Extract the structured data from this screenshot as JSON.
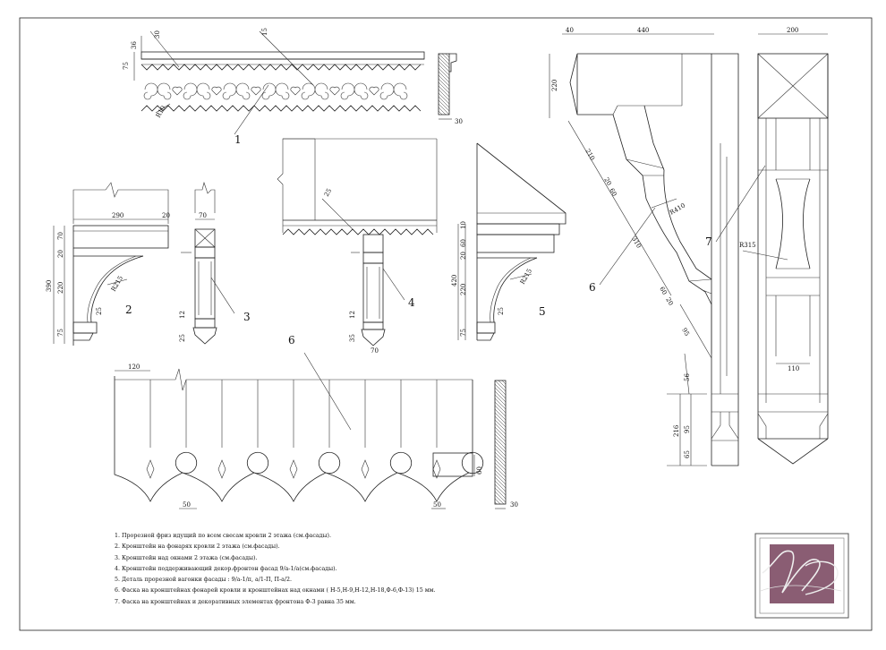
{
  "dimensions": {
    "d1": [
      "30",
      "15",
      "75",
      "36",
      "30",
      "R10"
    ],
    "d2": [
      "290",
      "20",
      "70",
      "20",
      "390",
      "220",
      "25",
      "75",
      "R215"
    ],
    "d3": [
      "25",
      "12",
      "35",
      "70"
    ],
    "d4": [
      "40",
      "440",
      "220",
      "210",
      "20",
      "60",
      "R410",
      "310",
      "60",
      "20",
      "95",
      "56",
      "216",
      "95",
      "65"
    ],
    "d5": [
      "120",
      "50",
      "50",
      "60",
      "30"
    ],
    "d6a": [
      "70",
      "12",
      "25"
    ],
    "d6b": [
      "10",
      "60",
      "20",
      "420",
      "220",
      "25",
      "75",
      "R215"
    ],
    "d7": [
      "200",
      "R315",
      "110"
    ]
  },
  "callouts": [
    "1",
    "2",
    "3",
    "4",
    "5",
    "6",
    "6",
    "7"
  ],
  "notes": [
    "1. Прорезной фриз идущий по всем свесам кровли 2 этажа (см.фасады).",
    "2. Кронштейн на фонарях кровли 2 этажа (см.фасады).",
    "3. Кронштейн над окнами 2 этажа (см.фасады).",
    "4. Кронштейн поддерживающий декор.фронтон фасад 9/а-1/а(см.фасады).",
    "5. Деталь прорезной вагонки фасады : 9/а-1/п, а/1-П, П-а/2.",
    "6. Фаска на кронштейнах фонарей кровли и кронштейнах над окнами ( Н-5,Н-9,Н-12,Н-18,Ф-6,Ф-13) 15 мм.",
    "7. Фаска на кронштейнах и декоративных элементах фронтона Ф-3 равна 35 мм."
  ],
  "colors": {
    "logo_fill": "#8a5d73",
    "logo_frame": "#555555",
    "line": "#222222"
  }
}
